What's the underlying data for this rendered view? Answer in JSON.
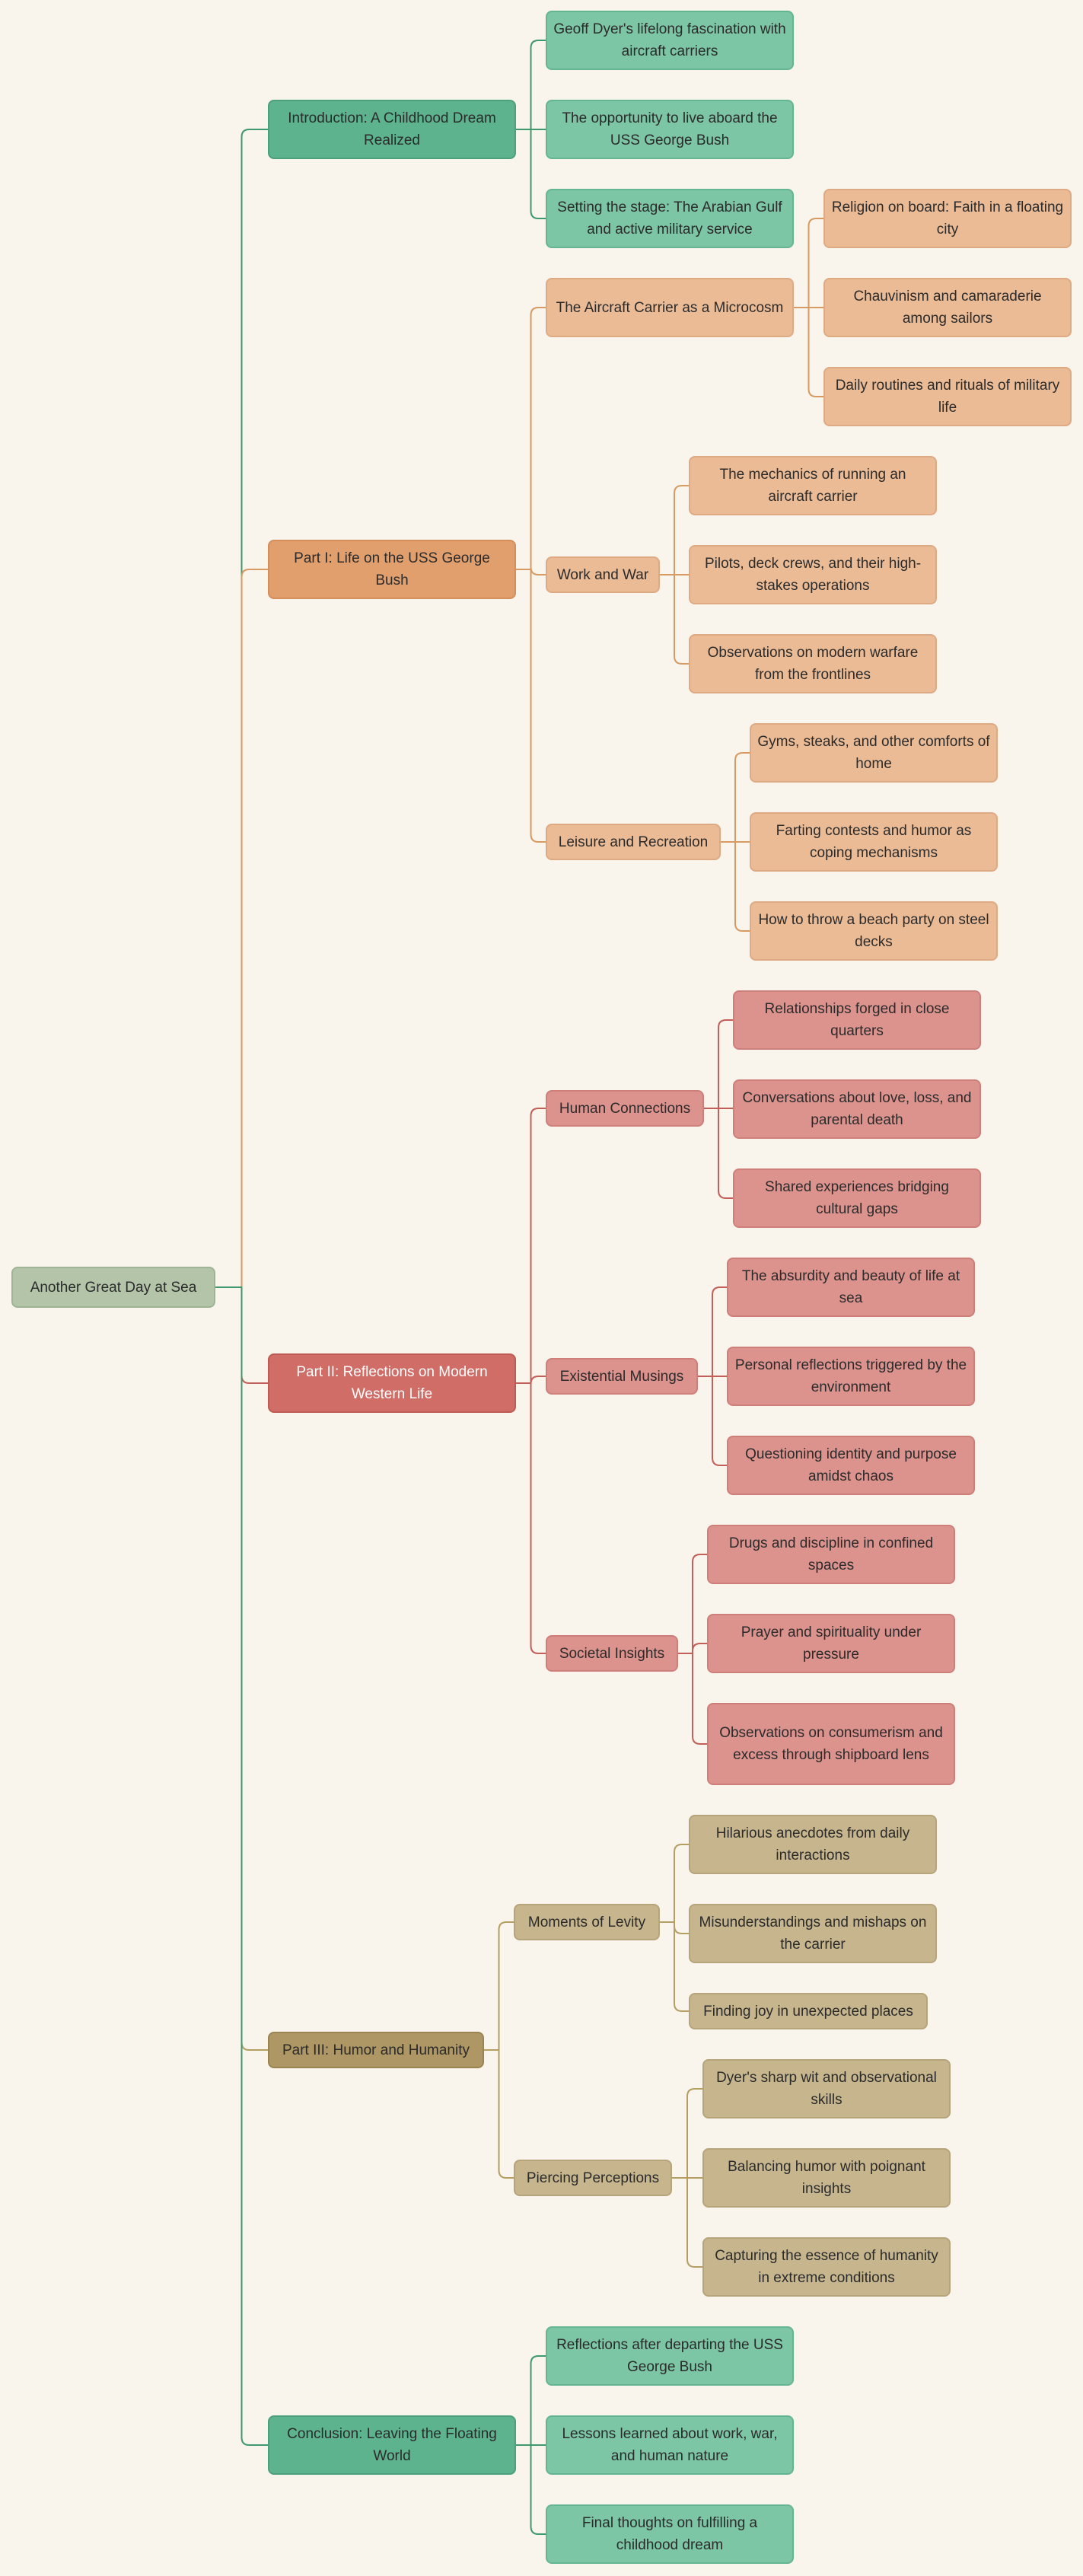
{
  "root": {
    "label": "Another Great Day at Sea"
  },
  "colors": {
    "green_line": "#3e9a6e",
    "orange_line": "#d79a62",
    "red_line": "#c25f58",
    "yellow_line": "#b49e62"
  },
  "sections": [
    {
      "label": "Introduction: A Childhood Dream Realized",
      "children": [
        {
          "label": "Geoff Dyer's lifelong fascination with aircraft carriers"
        },
        {
          "label": "The opportunity to live aboard the USS George Bush"
        },
        {
          "label": "Setting the stage: The Arabian Gulf and active military service"
        }
      ]
    },
    {
      "label": "Part I: Life on the USS George Bush",
      "children": [
        {
          "label": "The Aircraft Carrier as a Microcosm",
          "children": [
            {
              "label": "Religion on board: Faith in a floating city"
            },
            {
              "label": "Chauvinism and camaraderie among sailors"
            },
            {
              "label": "Daily routines and rituals of military life"
            }
          ]
        },
        {
          "label": "Work and War",
          "children": [
            {
              "label": "The mechanics of running an aircraft carrier"
            },
            {
              "label": "Pilots, deck crews, and their high-stakes operations"
            },
            {
              "label": "Observations on modern warfare from the frontlines"
            }
          ]
        },
        {
          "label": "Leisure and Recreation",
          "children": [
            {
              "label": "Gyms, steaks, and other comforts of home"
            },
            {
              "label": "Farting contests and humor as coping mechanisms"
            },
            {
              "label": "How to throw a beach party on steel decks"
            }
          ]
        }
      ]
    },
    {
      "label": "Part II: Reflections on Modern Western Life",
      "children": [
        {
          "label": "Human Connections",
          "children": [
            {
              "label": "Relationships forged in close quarters"
            },
            {
              "label": "Conversations about love, loss, and parental death"
            },
            {
              "label": "Shared experiences bridging cultural gaps"
            }
          ]
        },
        {
          "label": "Existential Musings",
          "children": [
            {
              "label": "The absurdity and beauty of life at sea"
            },
            {
              "label": "Personal reflections triggered by the environment"
            },
            {
              "label": "Questioning identity and purpose amidst chaos"
            }
          ]
        },
        {
          "label": "Societal Insights",
          "children": [
            {
              "label": "Drugs and discipline in confined spaces"
            },
            {
              "label": "Prayer and spirituality under pressure"
            },
            {
              "label": "Observations on consumerism and excess through shipboard lens"
            }
          ]
        }
      ]
    },
    {
      "label": "Part III: Humor and Humanity",
      "children": [
        {
          "label": "Moments of Levity",
          "children": [
            {
              "label": "Hilarious anecdotes from daily interactions"
            },
            {
              "label": "Misunderstandings and mishaps on the carrier"
            },
            {
              "label": "Finding joy in unexpected places"
            }
          ]
        },
        {
          "label": "Piercing Perceptions",
          "children": [
            {
              "label": "Dyer's sharp wit and observational skills"
            },
            {
              "label": "Balancing humor with poignant insights"
            },
            {
              "label": "Capturing the essence of humanity in extreme conditions"
            }
          ]
        }
      ]
    },
    {
      "label": "Conclusion: Leaving the Floating World",
      "children": [
        {
          "label": "Reflections after departing the USS George Bush"
        },
        {
          "label": "Lessons learned about work, war, and human nature"
        },
        {
          "label": "Final thoughts on fulfilling a childhood dream"
        }
      ]
    }
  ]
}
